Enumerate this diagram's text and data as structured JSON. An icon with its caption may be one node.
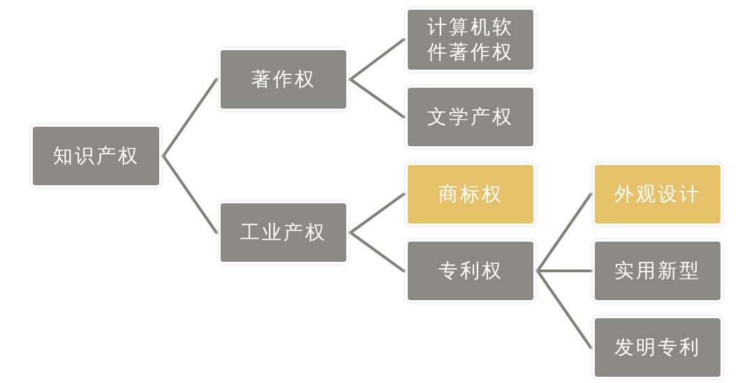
{
  "diagram": {
    "nodes": [
      {
        "text": [
          "知识产权"
        ]
      },
      {
        "text": [
          "著作权"
        ]
      },
      {
        "text": [
          "工业产权"
        ]
      },
      {
        "text": [
          "计算机软件著作权"
        ]
      },
      {
        "text": [
          "文学产权"
        ]
      },
      {
        "text": [
          "商标权"
        ]
      },
      {
        "text": [
          "专利权"
        ]
      },
      {
        "text": [
          "外观设计"
        ]
      },
      {
        "text": [
          "实用新型"
        ]
      },
      {
        "text": [
          "发明专利"
        ]
      }
    ],
    "edges": [
      {
        "from": 0,
        "to": 1,
        "arrow": "none"
      },
      {
        "from": 0,
        "to": 2,
        "arrow": "none"
      },
      {
        "from": 1,
        "to": 3,
        "arrow": "none"
      },
      {
        "from": 1,
        "to": 4,
        "arrow": "none"
      },
      {
        "from": 2,
        "to": 5,
        "arrow": "none"
      },
      {
        "from": 2,
        "to": 6,
        "arrow": "none"
      },
      {
        "from": 6,
        "to": 7,
        "arrow": "none"
      },
      {
        "from": 6,
        "to": 8,
        "arrow": "none"
      },
      {
        "from": 6,
        "to": 9,
        "arrow": "none"
      }
    ]
  }
}
